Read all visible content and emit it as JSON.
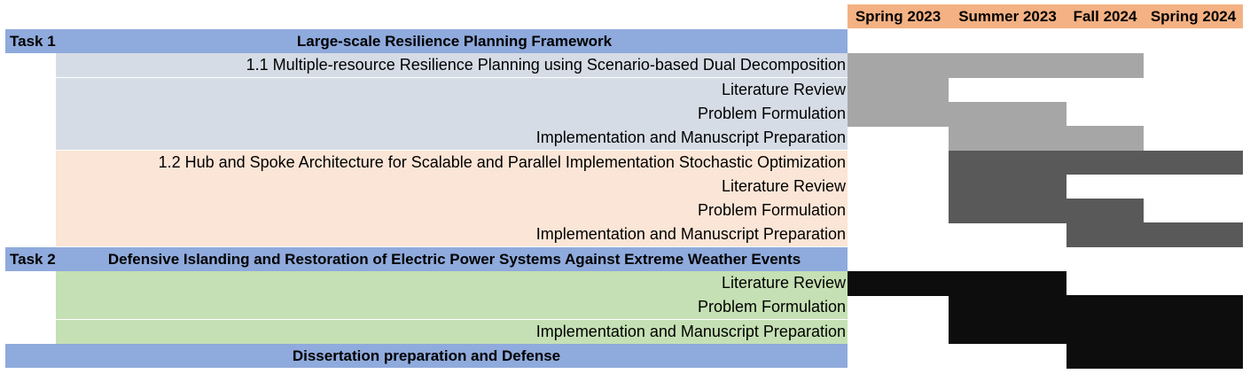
{
  "columns": [
    "Spring 2023",
    "Summer 2023",
    "Fall 2024",
    "Spring 2024"
  ],
  "colors": {
    "header_bg": "#f4b183",
    "task_bg": "#8faadc",
    "group1_bg": "#d6dce5",
    "group2_bg": "#fbe5d6",
    "group3_bg": "#c5e0b4",
    "shade_light": "#a6a6a6",
    "shade_medium": "#595959",
    "shade_dark": "#0d0d0d"
  },
  "rows": [
    {
      "kind": "task",
      "id": "Task 1",
      "title": "Large-scale Resilience Planning Framework"
    },
    {
      "kind": "sub",
      "label": "1.1 Multiple-resource Resilience Planning using Scenario-based Dual Decomposition",
      "group": "group1_bg"
    },
    {
      "kind": "sub",
      "label": "Literature Review",
      "group": "group1_bg"
    },
    {
      "kind": "sub",
      "label": "Problem Formulation",
      "group": "group1_bg"
    },
    {
      "kind": "sub",
      "label": "Implementation and Manuscript Preparation",
      "group": "group1_bg"
    },
    {
      "kind": "sub",
      "label": "1.2 Hub and Spoke Architecture for Scalable and Parallel Implementation Stochastic Optimization",
      "group": "group2_bg"
    },
    {
      "kind": "sub",
      "label": "Literature Review",
      "group": "group2_bg"
    },
    {
      "kind": "sub",
      "label": "Problem Formulation",
      "group": "group2_bg"
    },
    {
      "kind": "sub",
      "label": "Implementation and Manuscript Preparation",
      "group": "group2_bg"
    },
    {
      "kind": "task",
      "id": "Task 2",
      "title": "Defensive Islanding and Restoration of Electric Power Systems Against Extreme Weather Events"
    },
    {
      "kind": "sub",
      "label": "Literature Review",
      "group": "group3_bg"
    },
    {
      "kind": "sub",
      "label": "Problem Formulation",
      "group": "group3_bg"
    },
    {
      "kind": "sub",
      "label": "Implementation and Manuscript Preparation",
      "group": "group3_bg"
    },
    {
      "kind": "task",
      "id": "",
      "title": "Dissertation preparation and Defense"
    }
  ],
  "chart_data": {
    "type": "table",
    "columns": [
      "Spring 2023",
      "Summer 2023",
      "Fall 2024",
      "Spring 2024"
    ],
    "schedule": [
      {
        "task": "Large-scale Resilience Planning Framework",
        "start": null,
        "end": null,
        "shade": null
      },
      {
        "task": "1.1 Multiple-resource Resilience Planning using Scenario-based Dual Decomposition",
        "start": "Spring 2023",
        "end": "Fall 2024",
        "shade": "shade_light"
      },
      {
        "task": "Literature Review",
        "start": "Spring 2023",
        "end": "Spring 2023",
        "shade": "shade_light"
      },
      {
        "task": "Problem Formulation",
        "start": "Spring 2023",
        "end": "Summer 2023",
        "shade": "shade_light"
      },
      {
        "task": "Implementation and Manuscript Preparation",
        "start": "Summer 2023",
        "end": "Fall 2024",
        "shade": "shade_light"
      },
      {
        "task": "1.2 Hub and Spoke Architecture for Scalable and Parallel Implementation Stochastic Optimization",
        "start": "Summer 2023",
        "end": "Spring 2024",
        "shade": "shade_medium"
      },
      {
        "task": "Literature Review",
        "start": "Summer 2023",
        "end": "Summer 2023",
        "shade": "shade_medium"
      },
      {
        "task": "Problem Formulation",
        "start": "Summer 2023",
        "end": "Fall 2024",
        "shade": "shade_medium"
      },
      {
        "task": "Implementation and Manuscript Preparation",
        "start": "Fall 2024",
        "end": "Spring 2024",
        "shade": "shade_medium"
      },
      {
        "task": "Defensive Islanding and Restoration of Electric Power Systems Against Extreme Weather Events",
        "start": null,
        "end": null,
        "shade": null
      },
      {
        "task": "Literature Review",
        "start": "Spring 2023",
        "end": "Summer 2023",
        "shade": "shade_dark"
      },
      {
        "task": "Problem Formulation",
        "start": "Summer 2023",
        "end": "Spring 2024",
        "shade": "shade_dark"
      },
      {
        "task": "Implementation and Manuscript Preparation",
        "start": "Summer 2023",
        "end": "Spring 2024",
        "shade": "shade_dark"
      },
      {
        "task": "Dissertation preparation and Defense",
        "start": "Fall 2024",
        "end": "Spring 2024",
        "shade": "shade_dark"
      }
    ]
  }
}
